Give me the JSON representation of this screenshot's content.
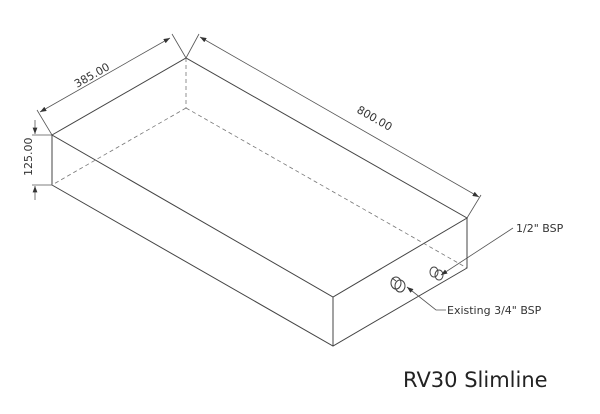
{
  "dimensions": {
    "width": "385.00",
    "length": "800.00",
    "height": "125.00"
  },
  "callouts": {
    "half_inch": "1/2\" BSP",
    "existing": "Existing 3/4\" BSP"
  },
  "title": "RV30 Slimline"
}
